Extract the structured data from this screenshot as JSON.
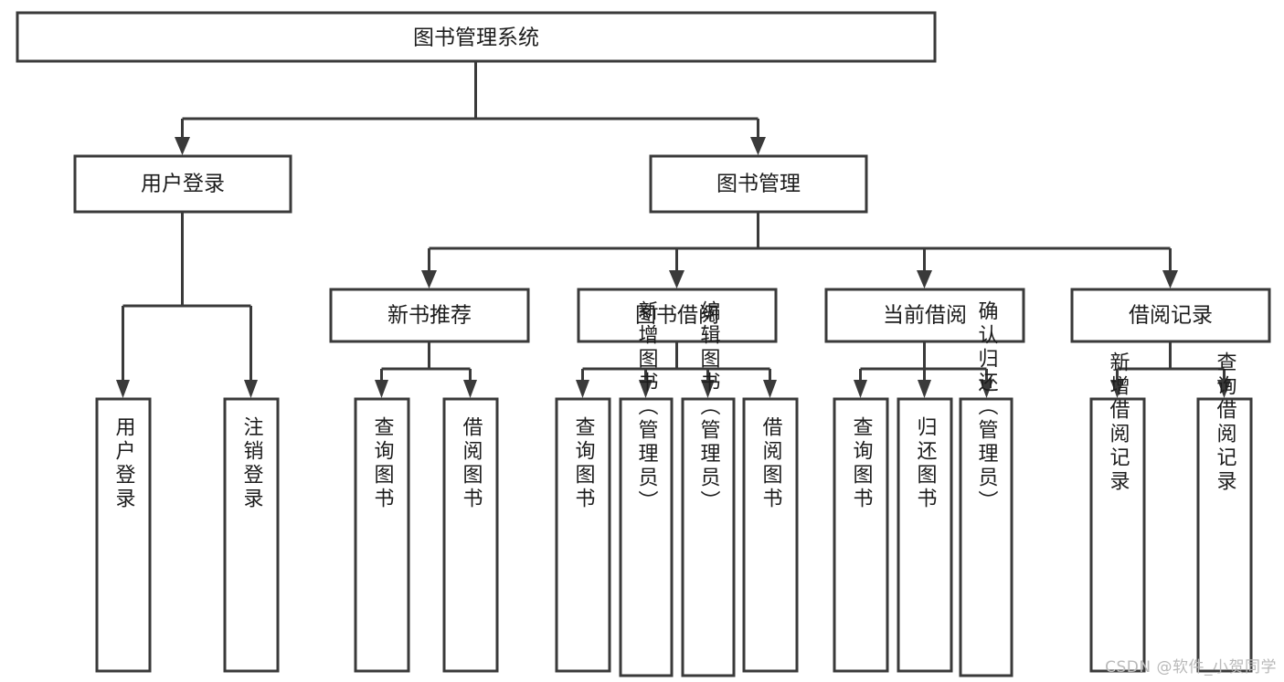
{
  "diagram": {
    "title": "图书管理系统",
    "watermark": "CSDN @软件_小贺同学",
    "type": "tree-hierarchy-diagram",
    "colors": {
      "stroke": "#3a3a3a",
      "node_fill": "#ffffff",
      "text": "#1c1c1c",
      "background": "#ffffff",
      "watermark": "#b9b9b9"
    },
    "levels": {
      "root": {
        "label": "图书管理系统",
        "orientation": "horizontal"
      },
      "level2": [
        {
          "label": "用户登录",
          "orientation": "horizontal"
        },
        {
          "label": "图书管理",
          "orientation": "horizontal"
        }
      ],
      "level3": [
        {
          "label": "新书推荐",
          "orientation": "horizontal"
        },
        {
          "label": "图书借阅",
          "orientation": "horizontal"
        },
        {
          "label": "当前借阅",
          "orientation": "horizontal"
        },
        {
          "label": "借阅记录",
          "orientation": "horizontal"
        }
      ],
      "leaves": [
        {
          "label": "用户登录",
          "orientation": "vertical",
          "parent": "用户登录"
        },
        {
          "label": "注销登录",
          "orientation": "vertical",
          "parent": "用户登录"
        },
        {
          "label": "查询图书",
          "orientation": "vertical",
          "parent": "新书推荐"
        },
        {
          "label": "借阅图书",
          "orientation": "vertical",
          "parent": "新书推荐"
        },
        {
          "label": "查询图书",
          "orientation": "vertical",
          "parent": "图书借阅"
        },
        {
          "label": "新增图书（管理员）",
          "orientation": "vertical",
          "parent": "图书借阅"
        },
        {
          "label": "编辑图书（管理员）",
          "orientation": "vertical",
          "parent": "图书借阅"
        },
        {
          "label": "借阅图书",
          "orientation": "vertical",
          "parent": "图书借阅"
        },
        {
          "label": "查询图书",
          "orientation": "vertical",
          "parent": "当前借阅"
        },
        {
          "label": "归还图书",
          "orientation": "vertical",
          "parent": "当前借阅"
        },
        {
          "label": "确认归还（管理员）",
          "orientation": "vertical",
          "parent": "当前借阅"
        },
        {
          "label": "新增借阅记录",
          "orientation": "vertical",
          "parent": "借阅记录"
        },
        {
          "label": "查询借阅记录",
          "orientation": "vertical",
          "parent": "借阅记录"
        }
      ]
    }
  }
}
